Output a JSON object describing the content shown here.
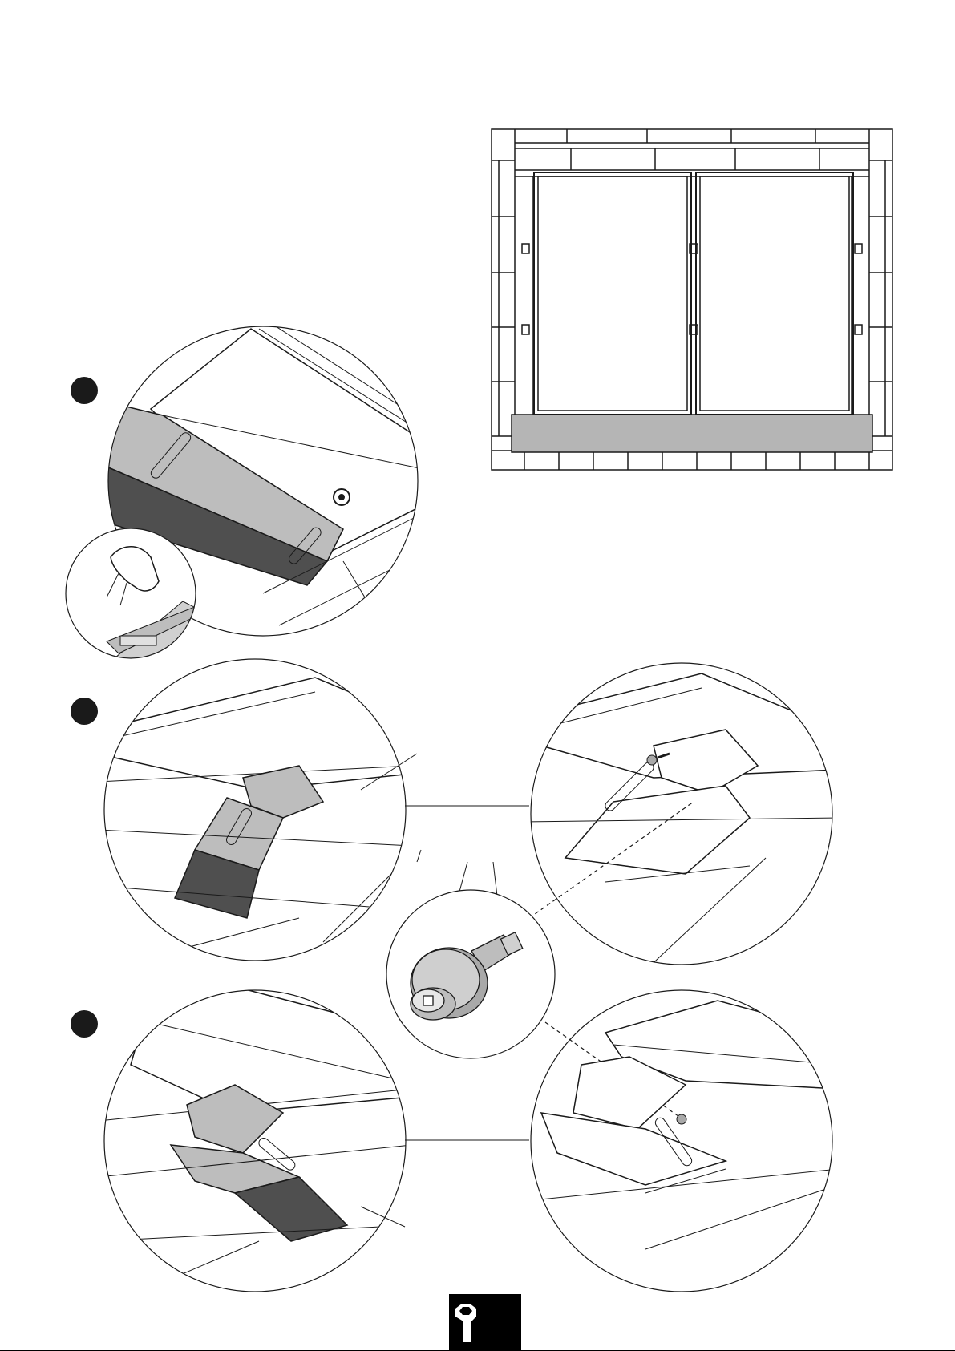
{
  "document": {
    "kind": "installation-instruction-sheet",
    "steps": [
      {
        "panel": "step-1",
        "content": "flashing-strip-removal-closeup"
      },
      {
        "panel": "step-2",
        "content": "bracket-over-flashing-with-screw-fixing"
      },
      {
        "panel": "step-3",
        "content": "bracket-over-flashing-with-screw-fixing"
      }
    ]
  },
  "colors": {
    "line": "#1a1a1a",
    "light_grey": "#bdbdbd",
    "mid_grey": "#a9a9a9",
    "dark_grey": "#5b5b5b",
    "dark_shadow": "#3f3f3f",
    "background": "#ffffff"
  },
  "icons": {
    "step_marker": "black-dot",
    "footer": "wrench-nut-icon"
  }
}
